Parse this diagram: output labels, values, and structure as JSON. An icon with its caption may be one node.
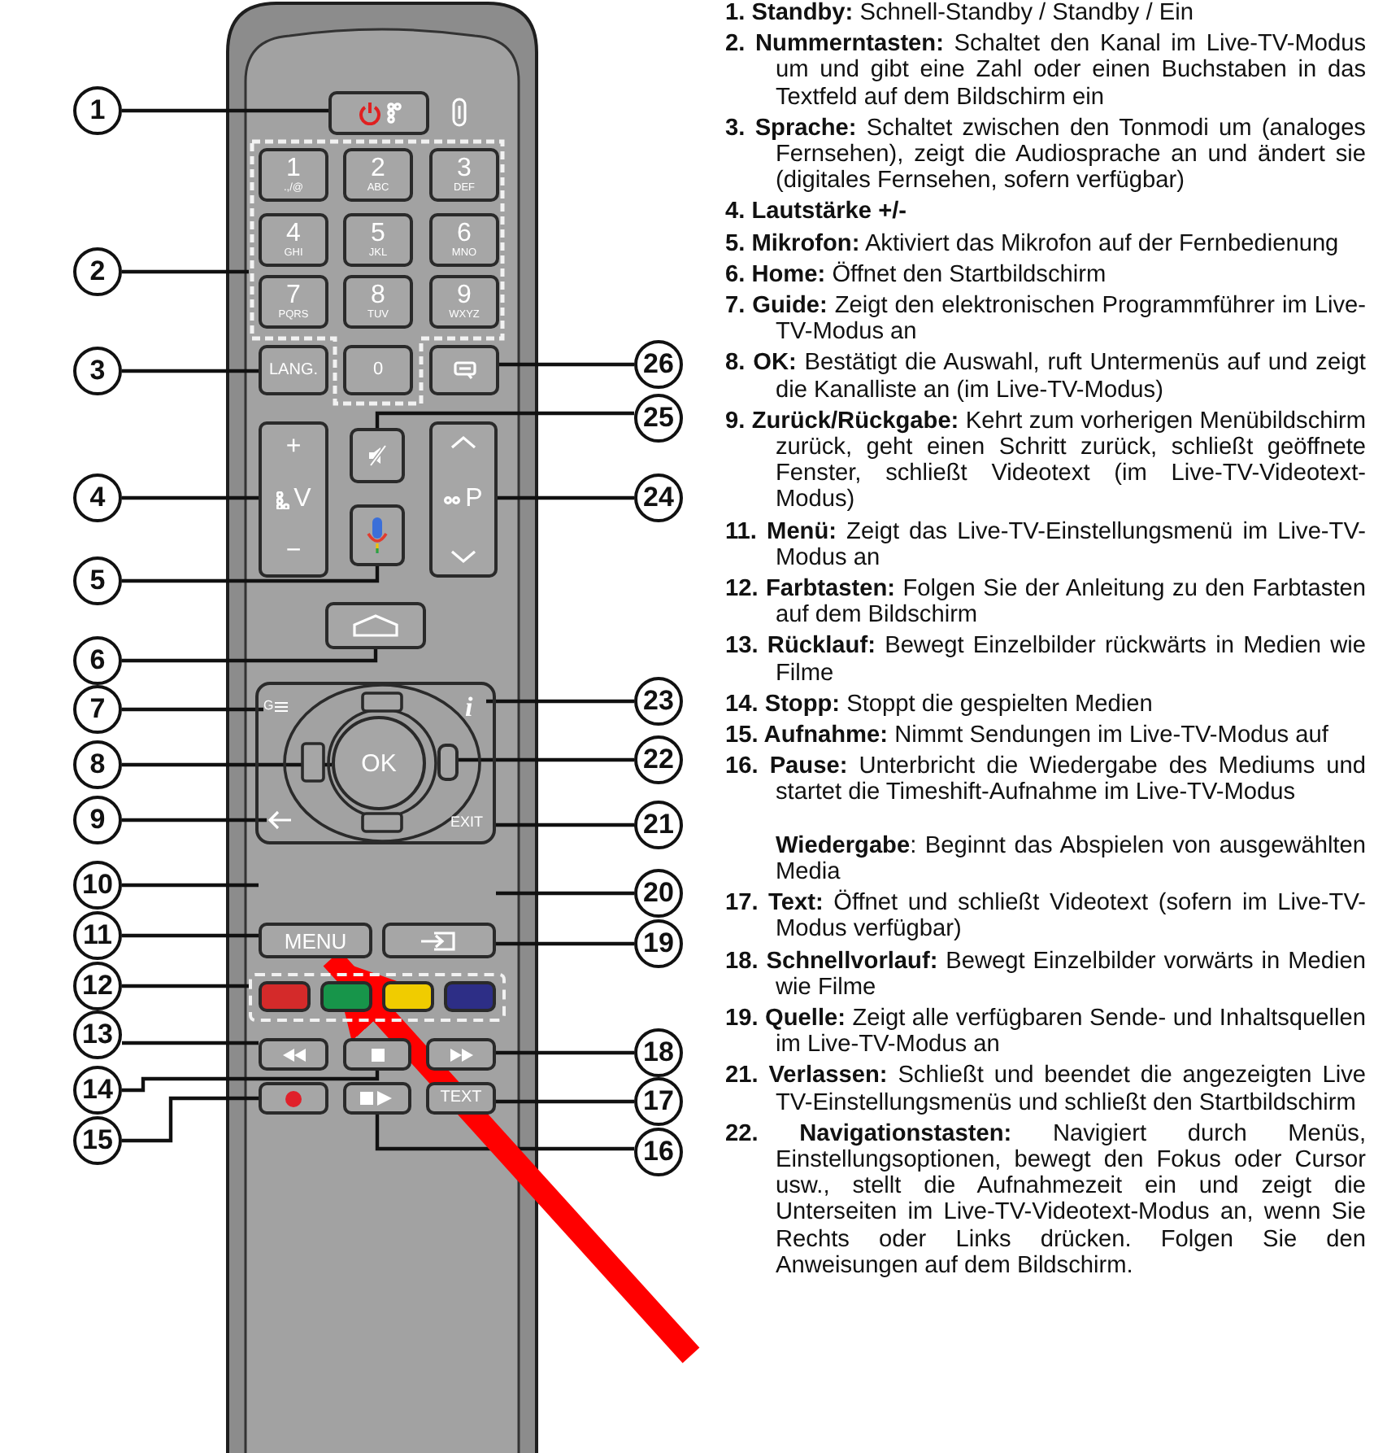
{
  "diagram": {
    "nodes": [
      {
        "text": [
          "1"
        ]
      },
      {
        "text": [
          "2"
        ]
      },
      {
        "text": [
          "3"
        ]
      },
      {
        "text": [
          "4"
        ]
      },
      {
        "text": [
          "5"
        ]
      },
      {
        "text": [
          "6"
        ]
      },
      {
        "text": [
          "7"
        ]
      },
      {
        "text": [
          "8"
        ]
      },
      {
        "text": [
          "9"
        ]
      },
      {
        "text": [
          "10"
        ]
      },
      {
        "text": [
          "11"
        ]
      },
      {
        "text": [
          "12"
        ]
      },
      {
        "text": [
          "13"
        ]
      },
      {
        "text": [
          "14"
        ]
      },
      {
        "text": [
          "15"
        ]
      },
      {
        "text": [
          "16"
        ]
      },
      {
        "text": [
          "17"
        ]
      },
      {
        "text": [
          "18"
        ]
      },
      {
        "text": [
          "19"
        ]
      },
      {
        "text": [
          "20"
        ]
      },
      {
        "text": [
          "21"
        ]
      },
      {
        "text": [
          "22"
        ]
      },
      {
        "text": [
          "23"
        ]
      },
      {
        "text": [
          "24"
        ]
      },
      {
        "text": [
          "25"
        ]
      },
      {
        "text": [
          "26"
        ]
      },
      {
        "text": [],
        "shape": "box"
      },
      {
        "text": [],
        "shape": "box"
      },
      {
        "text": [
          "1",
          ".,/@"
        ],
        "in": 27
      },
      {
        "text": [
          "2",
          "ABC"
        ],
        "in": 27
      },
      {
        "text": [
          "3",
          "DEF"
        ],
        "in": 27
      },
      {
        "text": [
          "4",
          "GHI"
        ],
        "in": 27
      },
      {
        "text": [
          "5",
          "JKL"
        ],
        "in": 27
      },
      {
        "text": [
          "6",
          "MNO"
        ],
        "in": 27
      },
      {
        "text": [
          "7",
          "PQRS"
        ],
        "in": 27
      },
      {
        "text": [
          "8",
          "TUV"
        ],
        "in": 27
      },
      {
        "text": [
          "9",
          "WXYZ"
        ],
        "in": 27
      },
      {
        "text": [
          "0"
        ],
        "in": 27
      },
      {
        "text": [
          "LANG."
        ]
      },
      {
        "text": [
          "+",
          "V",
          "−"
        ]
      },
      {
        "text": [],
        "shape": "box"
      },
      {
        "text": [
          "P"
        ]
      },
      {
        "text": [],
        "shape": "box"
      },
      {
        "text": [],
        "shape": "box"
      },
      {
        "text": [],
        "shape": "box"
      },
      {
        "text": [],
        "shape": "box"
      },
      {
        "text": [
          "G"
        ],
        "in": 45
      },
      {
        "text": [
          "OK"
        ],
        "in": 45
      },
      {
        "text": [],
        "shape": "box",
        "in": 45
      },
      {
        "text": [
          "i"
        ],
        "in": 45
      },
      {
        "text": [],
        "shape": "box",
        "in": 45
      },
      {
        "text": [
          "EXIT"
        ],
        "in": 45
      },
      {
        "text": [
          "MENU"
        ]
      },
      {
        "text": [],
        "shape": "box"
      },
      {
        "text": [],
        "shape": "box"
      },
      {
        "text": [],
        "shape": "box",
        "in": 54
      },
      {
        "text": [],
        "shape": "box",
        "in": 54
      },
      {
        "text": [],
        "shape": "box",
        "in": 54
      },
      {
        "text": [],
        "shape": "box",
        "in": 54
      },
      {
        "text": [],
        "shape": "box"
      },
      {
        "text": [],
        "shape": "box"
      },
      {
        "text": [],
        "shape": "box"
      },
      {
        "text": [],
        "shape": "box"
      },
      {
        "text": [],
        "shape": "box"
      },
      {
        "text": [
          "TEXT"
        ]
      }
    ],
    "edges": [
      {
        "from": 0,
        "to": 26,
        "arrow": "none"
      },
      {
        "from": 1,
        "to": 27,
        "arrow": "none"
      },
      {
        "from": 2,
        "to": 38,
        "arrow": "none"
      },
      {
        "from": 3,
        "to": 39,
        "arrow": "none"
      },
      {
        "from": 4,
        "to": 42,
        "arrow": "none"
      },
      {
        "from": 5,
        "to": 43,
        "arrow": "none"
      },
      {
        "from": 6,
        "to": 46,
        "arrow": "none"
      },
      {
        "from": 7,
        "to": 47,
        "arrow": "none"
      },
      {
        "from": 8,
        "to": 48,
        "arrow": "none"
      },
      {
        "from": 9,
        "to": null,
        "arrow": "none"
      },
      {
        "from": 10,
        "to": 52,
        "arrow": "none"
      },
      {
        "from": 11,
        "to": 54,
        "arrow": "none"
      },
      {
        "from": 12,
        "to": 59,
        "arrow": "none"
      },
      {
        "from": 13,
        "to": 60,
        "arrow": "none"
      },
      {
        "from": 14,
        "to": 62,
        "arrow": "none"
      },
      {
        "from": 15,
        "to": 63,
        "arrow": "none"
      },
      {
        "from": 16,
        "to": 64,
        "arrow": "none"
      },
      {
        "from": 17,
        "to": 61,
        "arrow": "none"
      },
      {
        "from": 18,
        "to": 53,
        "arrow": "none"
      },
      {
        "from": 19,
        "to": null,
        "arrow": "none"
      },
      {
        "from": 20,
        "to": 51,
        "arrow": "none"
      },
      {
        "from": 21,
        "to": 50,
        "arrow": "none"
      },
      {
        "from": 22,
        "to": 49,
        "arrow": "none"
      },
      {
        "from": 23,
        "to": 41,
        "arrow": "none"
      },
      {
        "from": 24,
        "to": 40,
        "arrow": "none"
      },
      {
        "from": 25,
        "to": 44,
        "arrow": "none"
      },
      {
        "from": null,
        "to": 52,
        "arrow": "to",
        "style": "thick",
        "color": "#ff0000"
      }
    ],
    "labels": [
      "**1. Standby:** Schnell-Standby / Standby / Ein",
      "**2. Nummerntasten:** Schaltet den Kanal im Live-TV-Modus um und gibt eine Zahl oder einen Buchstaben in das Textfeld auf dem Bildschirm ein",
      "**3. Sprache:** Schaltet zwischen den Tonmodi um (analoges Fernsehen), zeigt die Audiosprache an und ändert sie (digitales Fernsehen, sofern verfügbar)",
      "4. Lautstärke +/-",
      "**5. Mikrofon:** Aktiviert das Mikrofon auf der Fernbedienung",
      "**6. Home:** Öffnet den Startbildschirm",
      "**7. Guide:** Zeigt den elektronischen Programmführer im Live-TV-Modus an",
      "**8. OK:** Bestätigt die Auswahl, ruft Untermenüs auf und zeigt die Kanalliste an (im Live-TV-Modus)",
      "**9. Zurück/Rückgabe:** Kehrt zum vorherigen Menübildschirm zurück, geht einen Schritt zurück, schließt geöffnete Fenster, schließt Videotext (im Live-TV-Videotext-Modus)",
      "**11. Menü:** Zeigt das Live-TV-Einstellungsmenü im Live-TV-Modus an",
      "**12. Farbtasten:** Folgen Sie der Anleitung zu den Farbtasten auf dem Bildschirm",
      "**13. Rücklauf:** Bewegt Einzelbilder rückwärts in Medien wie Filme",
      "**14. Stopp:** Stoppt die gespielten Medien",
      "**15. Aufnahme:** Nimmt Sendungen im Live-TV-Modus auf",
      "**16. Pause:** Unterbricht die Wiedergabe des Mediums und startet die Timeshift-Aufnahme im Live-TV-Modus",
      "**Wiedergabe**: Beginnt das Abspielen von ausgewählten Media",
      "**17. Text:** Öffnet und schließt Videotext (sofern im Live-TV-Modus verfügbar)",
      "**18. Schnellvorlauf:** Bewegt Einzelbilder vorwärts in Medien wie Filme",
      "**19. Quelle:** Zeigt alle verfügbaren Sende- und Inhaltsquellen im Live-TV-Modus an",
      "**21. Verlassen:** Schließt und beendet die angezeigten Live TV-Einstellungsmenüs und schließt den Startbildschirm",
      "**22. Navigationstasten:** Navigiert durch Menüs, Einstellungsoptionen, bewegt den Fokus oder Cursor usw., stellt die Aufnahmezeit ein und zeigt die Unterseiten im Live-TV-Videotext-Modus an, wenn Sie Rechts oder Links drücken. Folgen Sie den Anweisungen auf dem Bildschirm."
    ]
  }
}
